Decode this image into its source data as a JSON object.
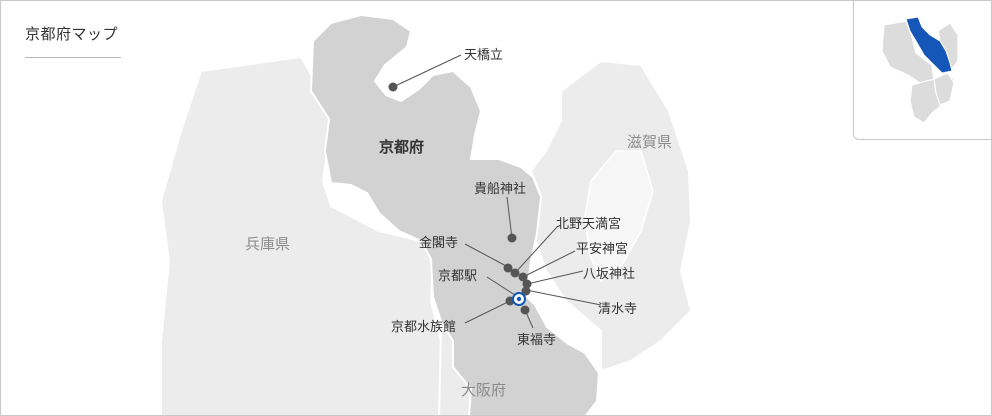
{
  "title": "京都府マップ",
  "regions": {
    "kyoto": "京都府",
    "shiga": "滋賀県",
    "hyogo": "兵庫県",
    "osaka": "大阪府"
  },
  "places": {
    "amanohashidate": "天橋立",
    "kifune": "貴船神社",
    "kitano": "北野天満宮",
    "kinkakuji": "金閣寺",
    "heian": "平安神宮",
    "kyoto_station": "京都駅",
    "yasaka": "八坂神社",
    "kiyomizu": "清水寺",
    "aquarium": "京都水族館",
    "tofukuji": "東福寺"
  },
  "colors": {
    "kyoto_fill": "#d2d2d2",
    "neighbor_fill": "#ececec",
    "highlight": "#1457b8",
    "marker": "#555555",
    "station_ring": "#1457b8"
  }
}
